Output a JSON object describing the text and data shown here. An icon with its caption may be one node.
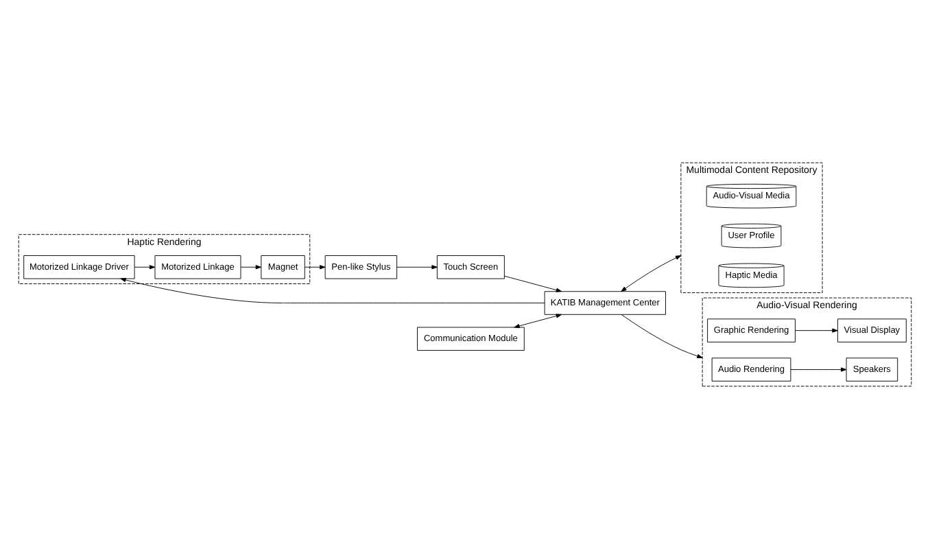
{
  "diagram": {
    "nodes": [
      {
        "text": [
          "Haptic Rendering"
        ]
      },
      {
        "text": [
          "Motorized Linkage Driver"
        ],
        "in": 0
      },
      {
        "text": [
          "Motorized Linkage"
        ],
        "in": 0
      },
      {
        "text": [
          "Magnet"
        ],
        "in": 0
      },
      {
        "text": [
          "Pen-like Stylus"
        ]
      },
      {
        "text": [
          "Communication Module"
        ]
      },
      {
        "text": [
          "KATIB Management Center"
        ]
      },
      {
        "text": [
          "Touch Screen"
        ]
      },
      {
        "text": [
          "Multimodal Content Repository"
        ]
      },
      {
        "text": [
          "Audio-Visual Media"
        ],
        "in": 8
      },
      {
        "text": [
          "User Profile"
        ],
        "in": 8
      },
      {
        "text": [
          "Haptic Media"
        ],
        "in": 8
      },
      {
        "text": [
          "Audio-Visual Rendering"
        ]
      },
      {
        "text": [
          "Graphic Rendering"
        ],
        "in": 12
      },
      {
        "text": [
          "Visual Display"
        ],
        "in": 12
      },
      {
        "text": [
          "Audio Rendering"
        ],
        "in": 12
      },
      {
        "text": [
          "Speakers"
        ],
        "in": 12
      }
    ],
    "edges": [
      {
        "from": 1,
        "to": 2,
        "arrow": "to"
      },
      {
        "from": 2,
        "to": 3,
        "arrow": "to"
      },
      {
        "from": 3,
        "to": 4,
        "arrow": "to"
      },
      {
        "from": 4,
        "to": 7,
        "arrow": "to"
      },
      {
        "from": 7,
        "to": 6,
        "arrow": "to"
      },
      {
        "from": 6,
        "to": 1,
        "arrow": "to"
      },
      {
        "from": 5,
        "to": 6,
        "arrow": "both"
      },
      {
        "from": 6,
        "to": 8,
        "arrow": "both"
      },
      {
        "from": 6,
        "to": 12,
        "arrow": "to"
      },
      {
        "from": 13,
        "to": 14,
        "arrow": "to"
      },
      {
        "from": 15,
        "to": 16,
        "arrow": "to"
      }
    ]
  }
}
